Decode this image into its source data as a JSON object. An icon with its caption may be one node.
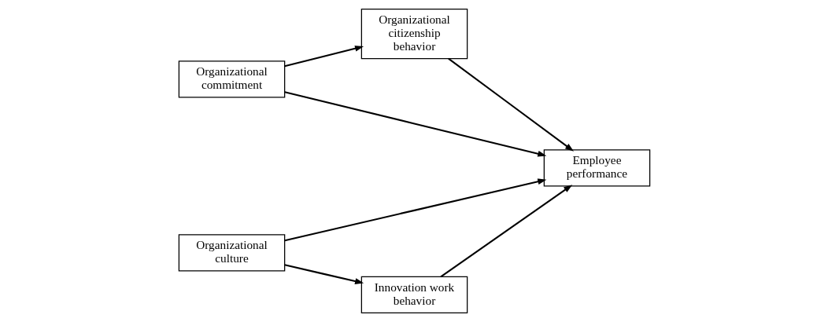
{
  "diagram": {
    "nodes": [
      {
        "text": [
          "Organizational commitment"
        ]
      },
      {
        "text": [
          "Organizational citizenship behavior"
        ]
      },
      {
        "text": [
          "Employee performance"
        ]
      },
      {
        "text": [
          "Organizational culture"
        ]
      },
      {
        "text": [
          "Innovation work behavior"
        ]
      }
    ],
    "edges": [
      {
        "from": 0,
        "to": 1,
        "arrow": "to"
      },
      {
        "from": 0,
        "to": 2,
        "arrow": "to"
      },
      {
        "from": 1,
        "to": 2,
        "arrow": "to"
      },
      {
        "from": 3,
        "to": 2,
        "arrow": "to"
      },
      {
        "from": 3,
        "to": 4,
        "arrow": "to"
      },
      {
        "from": 4,
        "to": 2,
        "arrow": "to"
      }
    ]
  }
}
